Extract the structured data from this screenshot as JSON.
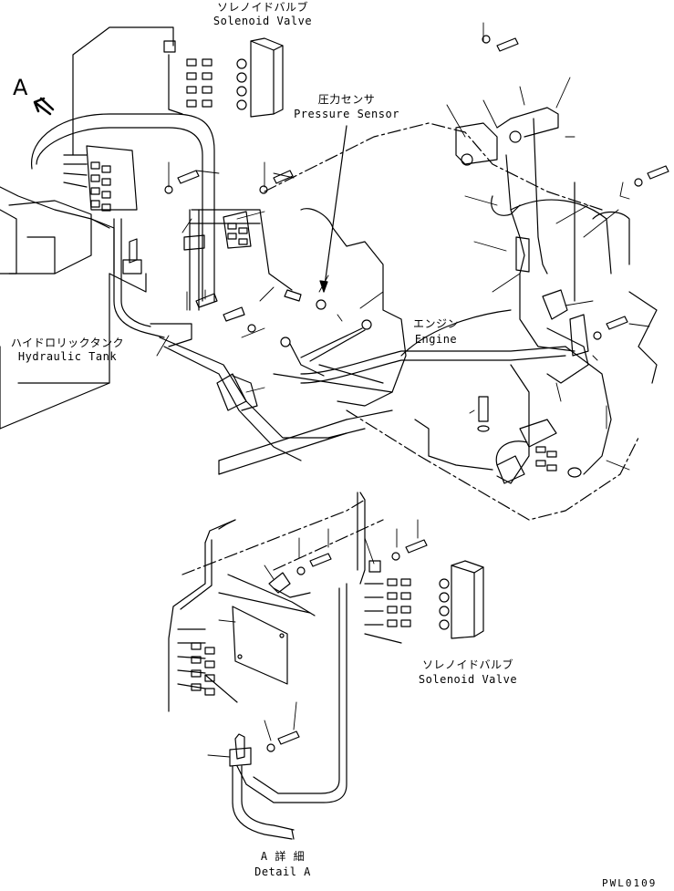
{
  "labels": {
    "solenoid_top_jp": "ソレノイドバルブ",
    "solenoid_top_en": "Solenoid Valve",
    "pressure_jp": "圧力センサ",
    "pressure_en": "Pressure Sensor",
    "view_marker": "A",
    "hydraulic_jp": "ハイドロリックタンク",
    "hydraulic_en": "Hydraulic Tank",
    "engine_jp": "エンジン",
    "engine_en": "Engine",
    "solenoid_bottom_jp": "ソレノイドバルブ",
    "solenoid_bottom_en": "Solenoid Valve",
    "detail_jp": "A 詳 細",
    "detail_en": "Detail A",
    "drawing_code": "PWL0109"
  }
}
